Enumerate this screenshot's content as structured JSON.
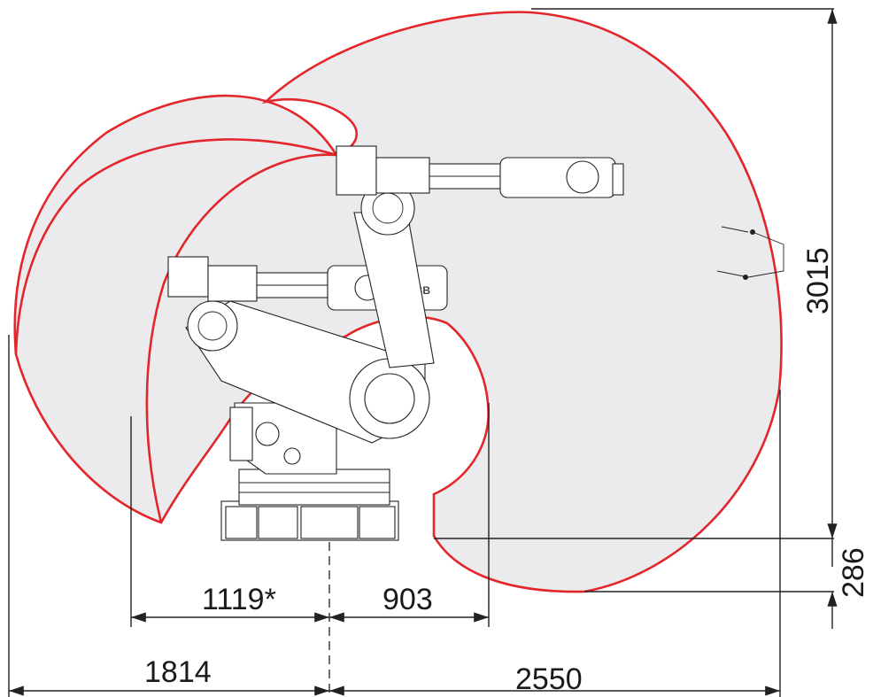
{
  "dimensions": {
    "reach_left_near": "1119*",
    "reach_right_near": "903",
    "reach_left_total": "1814",
    "reach_right_total": "2550",
    "reach_height": "3015",
    "reach_below_base": "286"
  },
  "colors": {
    "envelope_stroke": "#e3262b",
    "envelope_fill": "#ebebed",
    "line": "#222222"
  },
  "logo": {
    "text": "ABB"
  }
}
